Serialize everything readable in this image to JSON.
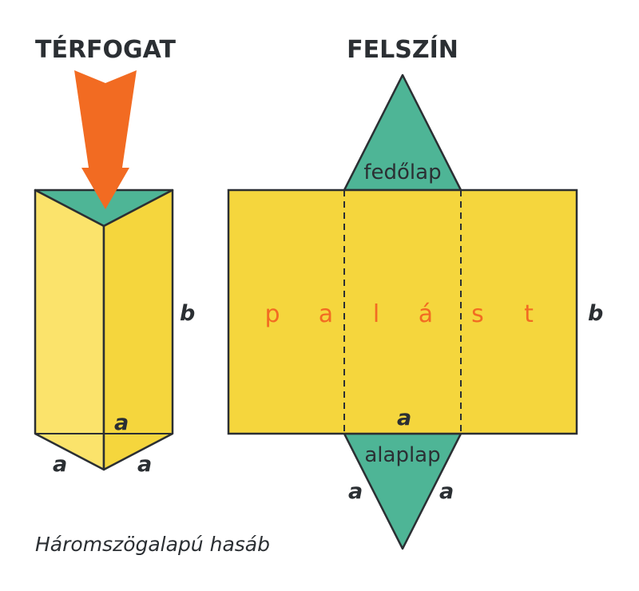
{
  "left": {
    "title": "TÉRFOGAT",
    "edge_b": "b",
    "edge_a_back": "a",
    "edge_a_left": "a",
    "edge_a_right": "a"
  },
  "right": {
    "title": "FELSZÍN",
    "top_face": "fedőlap",
    "bottom_face": "alaplap",
    "lateral_letters": [
      "p",
      "a",
      "l",
      "á",
      "s",
      "t"
    ],
    "edge_b": "b",
    "edge_a_bottom": "a",
    "edge_a_left": "a",
    "edge_a_right": "a"
  },
  "caption": "Háromszögalapú hasáb",
  "colors": {
    "yellow": "#f5d63d",
    "light_yellow": "#fbe36b",
    "teal": "#4eb596",
    "arrow": "#f26b22",
    "stroke": "#2b2f33",
    "palast": "#f26b22"
  }
}
